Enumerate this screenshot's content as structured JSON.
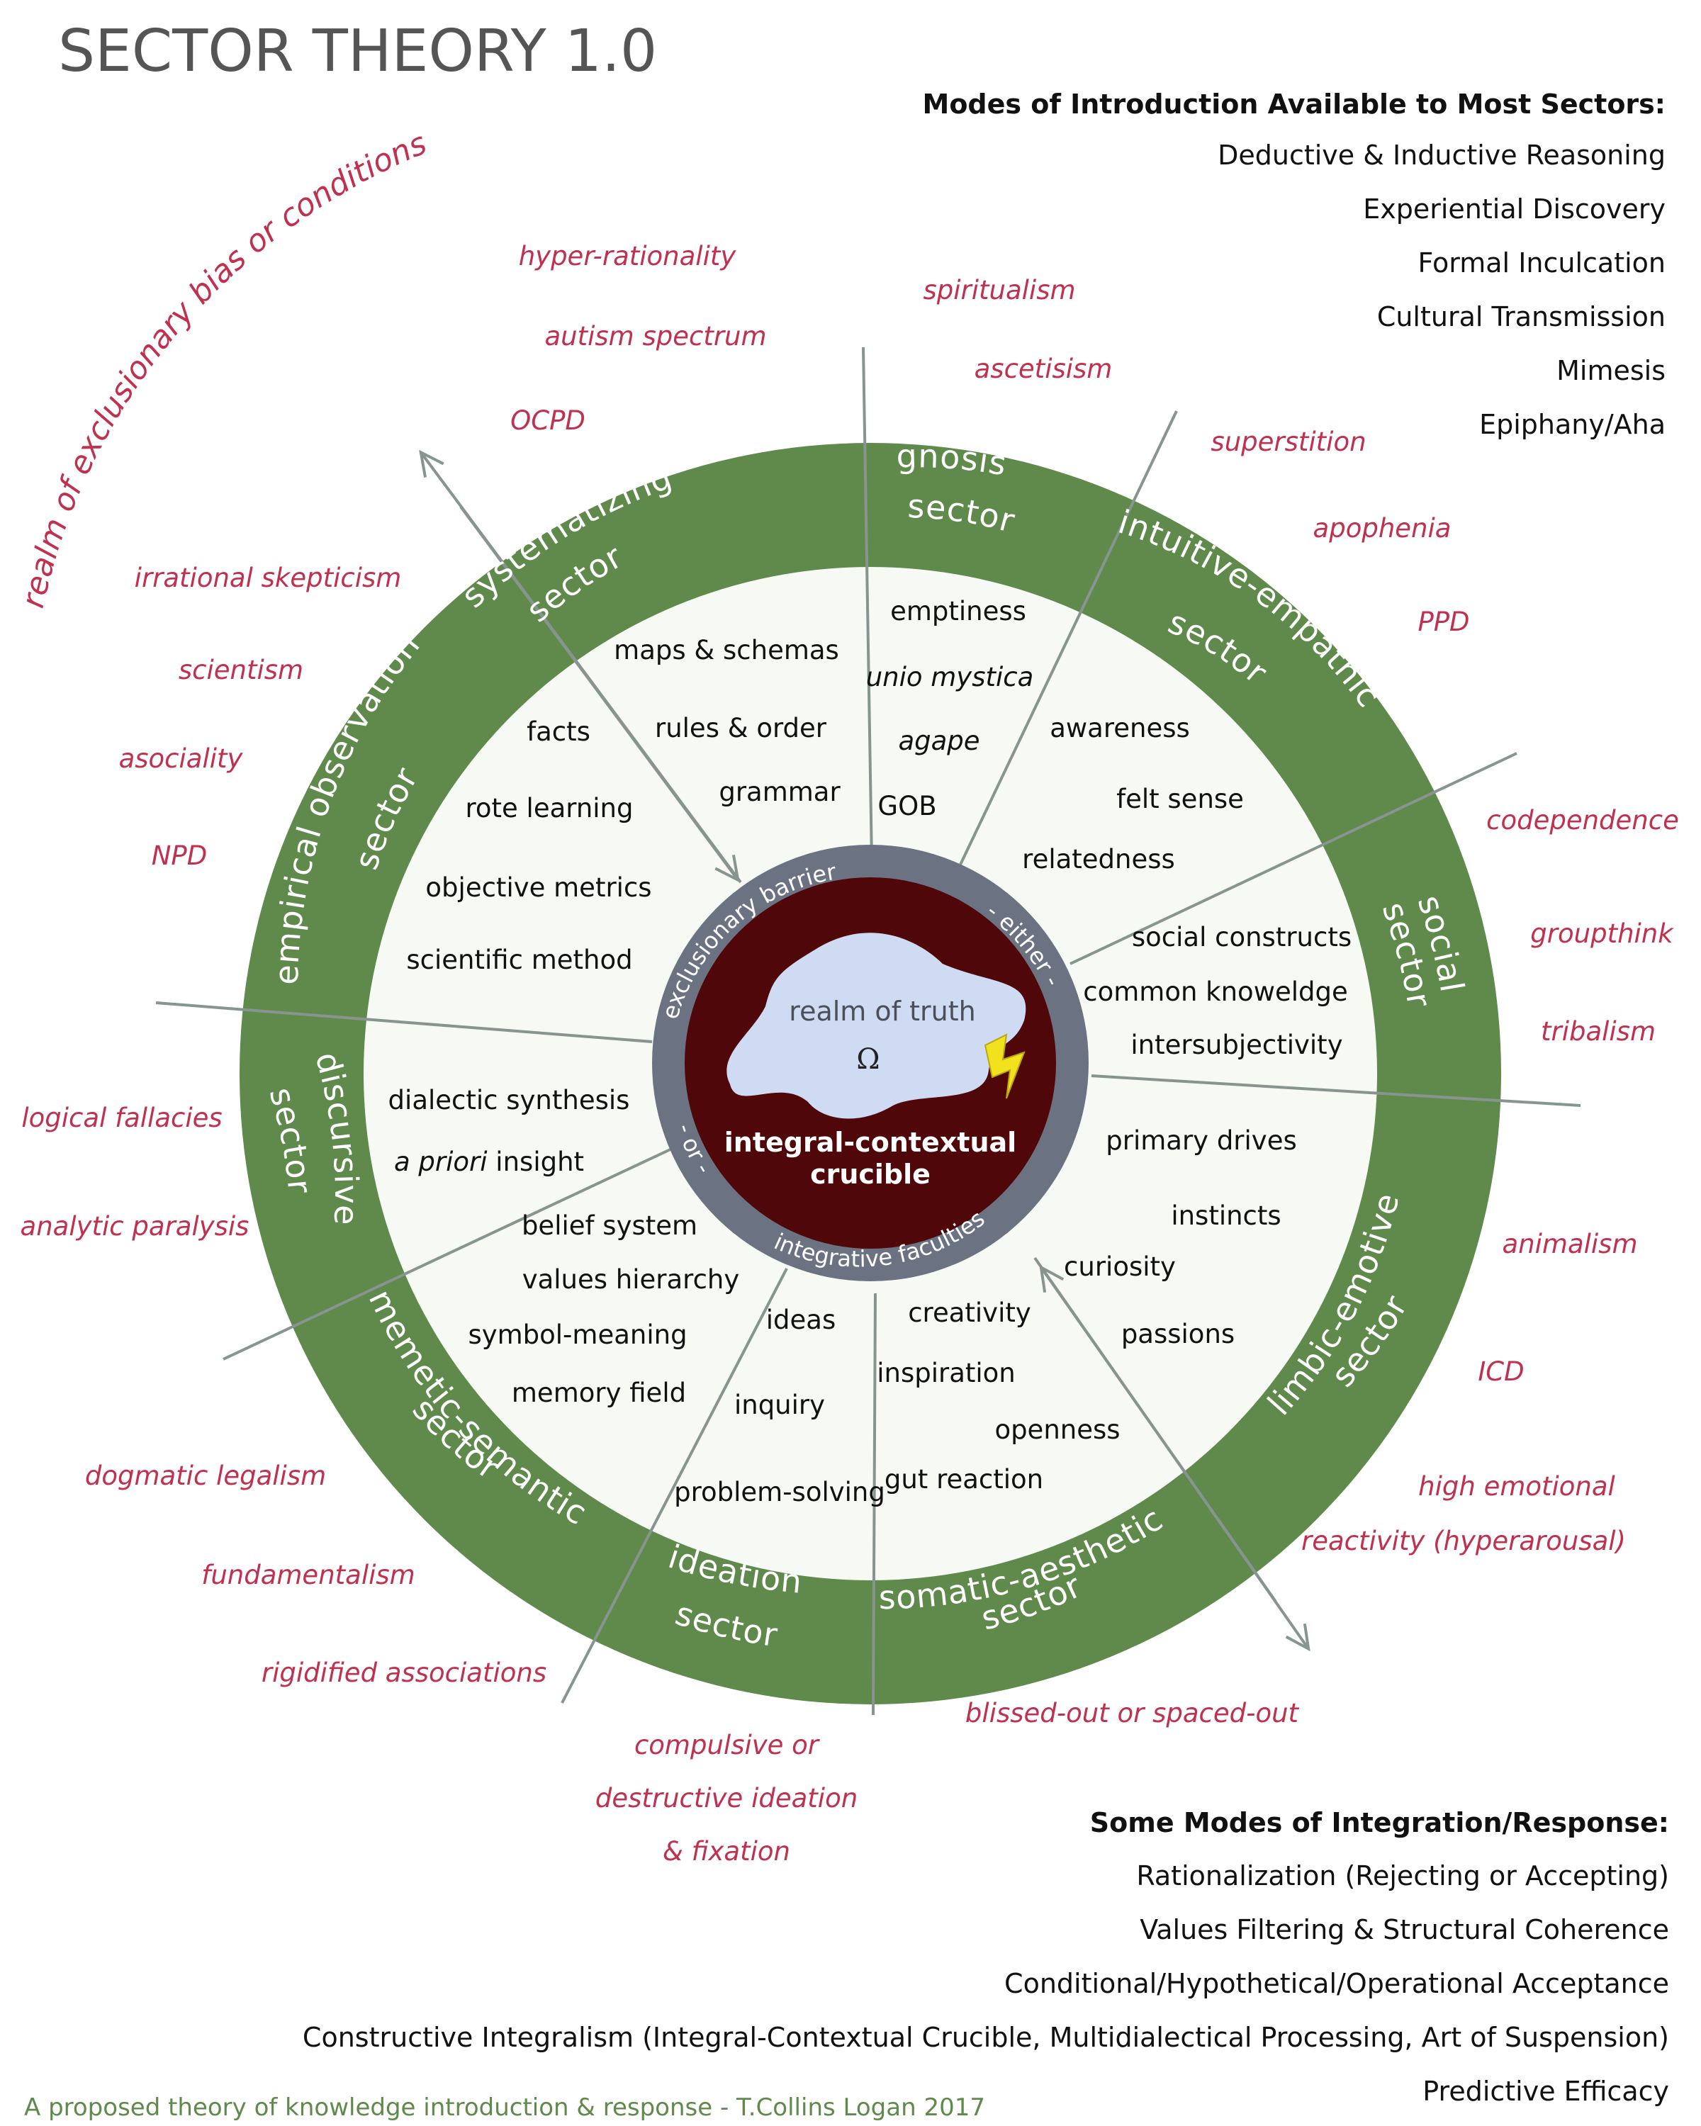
{
  "title": "SECTOR THEORY 1.0",
  "realm_arc": "realm of exclusionary bias or conditions",
  "modes_intro": {
    "heading": "Modes of Introduction Available to Most Sectors:",
    "items": [
      "Deductive & Inductive Reasoning",
      "Experiential Discovery",
      "Formal Inculcation",
      "Cultural Transmission",
      "Mimesis",
      "Epiphany/Aha"
    ]
  },
  "modes_integration": {
    "heading": "Some Modes of Integration/Response:",
    "items": [
      "Rationalization (Rejecting or Accepting)",
      "Values Filtering & Structural Coherence",
      "Conditional/Hypothetical/Operational Acceptance",
      "Constructive Integralism (Integral-Contextual Crucible, Multidialectical Processing, Art of Suspension)",
      "Predictive Efficacy"
    ]
  },
  "footer": "A proposed theory of knowledge introduction & response - T.Collins Logan 2017",
  "center": {
    "realm": "realm of truth",
    "omega": "Ω",
    "crucible_1": "integral-contextual",
    "crucible_2": "crucible",
    "barrier_top": "exclusionary barrier",
    "barrier_either": "- either -",
    "barrier_or": "- or -",
    "barrier_bottom": "integrative faculties"
  },
  "sectors": {
    "systematizing": [
      "systematizing",
      "sector"
    ],
    "gnosis": [
      "gnosis",
      "sector"
    ],
    "intuitive": [
      "intuitive-empathic",
      "sector"
    ],
    "social": [
      "social",
      "sector"
    ],
    "limbic": [
      "limbic-emotive",
      "sector"
    ],
    "somatic": [
      "somatic-aesthetic",
      "sector"
    ],
    "ideation": [
      "ideation",
      "sector"
    ],
    "memetic": [
      "memetic-semantic",
      "sector"
    ],
    "discursive": [
      "discursive",
      "sector"
    ],
    "empirical": [
      "empirical observation",
      "sector"
    ]
  },
  "inner": {
    "systematizing": [
      "maps & schemas",
      "rules & order",
      "grammar"
    ],
    "gnosis": [
      "emptiness",
      "unio mystica",
      "agape",
      "GOB"
    ],
    "intuitive": [
      "awareness",
      "felt sense",
      "relatedness"
    ],
    "social": [
      "social constructs",
      "common knoweldge",
      "intersubjectivity"
    ],
    "limbic": [
      "primary drives",
      "instincts",
      "curiosity",
      "passions"
    ],
    "somatic": [
      "creativity",
      "inspiration",
      "openness",
      "gut reaction"
    ],
    "ideation": [
      "ideas",
      "inquiry",
      "problem-solving"
    ],
    "memetic": [
      "belief system",
      "values hierarchy",
      "symbol-meaning",
      "memory field"
    ],
    "discursive": [
      "dialectic synthesis",
      "a priori",
      " insight"
    ],
    "empirical": [
      "facts",
      "rote learning",
      "objective metrics",
      "scientific method"
    ]
  },
  "bias": {
    "systematizing": [
      "hyper-rationality",
      "autism spectrum",
      "OCPD"
    ],
    "gnosis": [
      "spiritualism",
      "ascetisism"
    ],
    "intuitive": [
      "superstition",
      "apophenia",
      "PPD"
    ],
    "social": [
      "codependence",
      "groupthink",
      "tribalism"
    ],
    "limbic": [
      "animalism",
      "ICD",
      "high emotional",
      "reactivity (hyperarousal)"
    ],
    "somatic": [
      "blissed-out or spaced-out"
    ],
    "ideation": [
      "compulsive or",
      "destructive ideation",
      "& fixation"
    ],
    "memetic": [
      "dogmatic legalism",
      "fundamentalism",
      "rigidified associations"
    ],
    "discursive": [
      "logical fallacies",
      "analytic paralysis"
    ],
    "empirical": [
      "irrational skepticism",
      "scientism",
      "asociality",
      "NPD"
    ]
  },
  "colors": {
    "ring": "#5f8a4b",
    "inner_fill": "#f7f9f5",
    "barrier": "#6b7382",
    "crucible": "#4f0709",
    "realm": "#cfdbf2",
    "bias": "#c0304f",
    "lines": "#87948f",
    "bolt": "#f2e21d"
  }
}
